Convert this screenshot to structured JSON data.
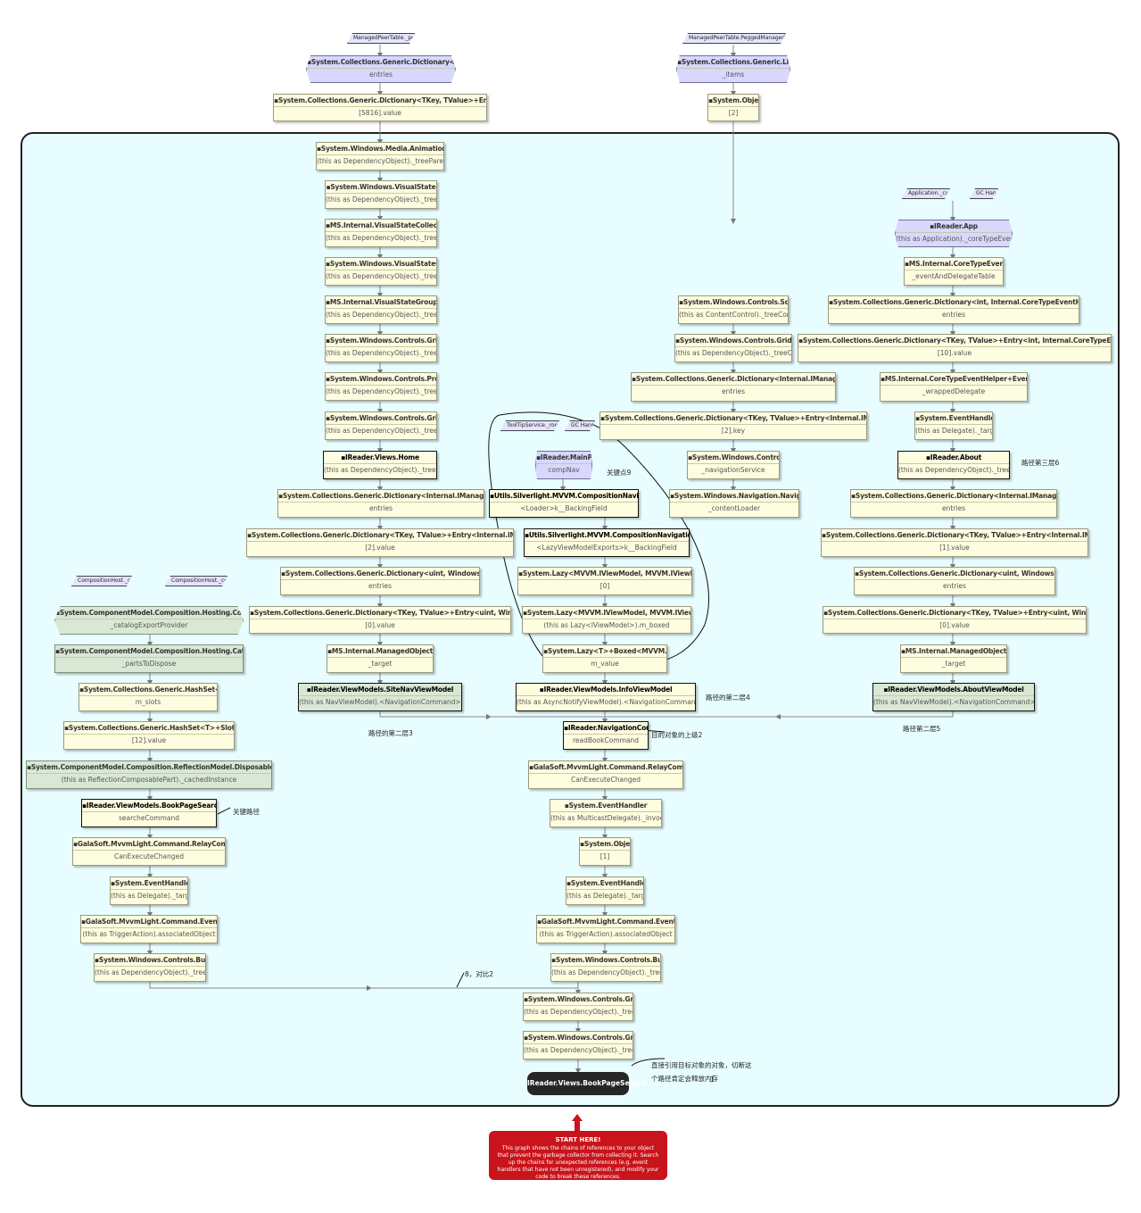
{
  "nodes": [
    {
      "id": "n1",
      "title": "System.Collections.Generic.Dictionary<IntPtr, Object>",
      "sub": "entries"
    },
    {
      "id": "n2",
      "title": "System.Collections.Generic.Dictionary<TKey, TValue>+Entry<IntPtr, Object>[]",
      "sub": "[5816].value"
    },
    {
      "id": "n3",
      "title": "System.Windows.Media.Animation.Storyboard",
      "sub": "(this as DependencyObject)._treeParent"
    },
    {
      "id": "n4",
      "title": "System.Windows.VisualState",
      "sub": "(this as DependencyObject)._treeParent"
    },
    {
      "id": "n5",
      "title": "MS.Internal.VisualStateCollection",
      "sub": "(this as DependencyObject)._treeParent"
    },
    {
      "id": "n6",
      "title": "System.Windows.VisualStateGroup",
      "sub": "(this as DependencyObject)._treeParent"
    },
    {
      "id": "n7",
      "title": "MS.Internal.VisualStateGroupCollection",
      "sub": "(this as DependencyObject)._treeParent"
    },
    {
      "id": "n8",
      "title": "System.Windows.Controls.Grid",
      "sub": "(this as DependencyObject)._treeParent"
    },
    {
      "id": "n9",
      "title": "System.Windows.Controls.ProgressBar",
      "sub": "(this as DependencyObject)._treeParent"
    },
    {
      "id": "n10",
      "title": "System.Windows.Controls.Grid",
      "sub": "(this as DependencyObject)._treeParent"
    },
    {
      "id": "n11",
      "title": "IReader.Views.Home",
      "sub": "(this as DependencyObject)._treeChildren"
    },
    {
      "id": "n12",
      "title": "System.Collections.Generic.Dictionary<Internal.IManagedPeerBase, Object>",
      "sub": "entries"
    },
    {
      "id": "n13",
      "title": "System.Collections.Generic.Dictionary<TKey, TValue>+Entry<Internal.IManagedPeerBase, Object>[]",
      "sub": "[2].value"
    },
    {
      "id": "n14",
      "title": "System.Collections.Generic.Dictionary<uint, Windows.DependencyObject>",
      "sub": "entries"
    },
    {
      "id": "n15",
      "title": "System.Collections.Generic.Dictionary<TKey, TValue>+Entry<uint, Windows.DependencyObject>[]",
      "sub": "[0].value"
    },
    {
      "id": "n16",
      "title": "MS.Internal.ManagedObjectReference",
      "sub": "_target"
    },
    {
      "id": "n17",
      "title": "IReader.ViewModels.SiteNavViewModel",
      "sub": "(this as NavViewModel).<NavigationCommand>k__BackingField"
    },
    {
      "id": "m1",
      "title": "System.Collections.Generic.List<Object>",
      "sub": "_items"
    },
    {
      "id": "m2",
      "title": "System.Object[]",
      "sub": "[2]"
    },
    {
      "id": "m3",
      "title": "System.Windows.Controls.ScrollViewer",
      "sub": "(this as ContentControl)._treeContent"
    },
    {
      "id": "m4",
      "title": "System.Windows.Controls.Grid",
      "sub": "(this as DependencyObject)._treeChildren"
    },
    {
      "id": "m5",
      "title": "System.Collections.Generic.Dictionary<Internal.IManagedPeerBase, Object>",
      "sub": "entries"
    },
    {
      "id": "m6",
      "title": "System.Collections.Generic.Dictionary<TKey, TValue>+Entry<Internal.IManagedPeerBase, Object>[]",
      "sub": "[2].key"
    },
    {
      "id": "m7",
      "title": "System.Windows.Controls.Frame",
      "sub": "_navigationService"
    },
    {
      "id": "m8",
      "title": "System.Windows.Navigation.NavigationService",
      "sub": "_contentLoader"
    },
    {
      "id": "c1",
      "title": "IReader.MainPage",
      "sub": "compNav"
    },
    {
      "id": "c2",
      "title": "Utils.Silverlight.MVVM.CompositionNavigationBehavior",
      "sub": "<Loader>k__BackingField"
    },
    {
      "id": "c3",
      "title": "Utils.Silverlight.MVVM.CompositionNavigationContentLoader",
      "sub": "<LazyViewModelExports>k__BackingField"
    },
    {
      "id": "c4",
      "title": "System.Lazy<MVVM.IViewModel, MVVM.IViewModelMetadata>[]",
      "sub": "[0]"
    },
    {
      "id": "c5",
      "title": "System.Lazy<MVVM.IViewModel, MVVM.IViewModelMetadata>",
      "sub": "(this as Lazy<IViewModel>).m_boxed"
    },
    {
      "id": "c6",
      "title": "System.Lazy<T>+Boxed<MVVM.IViewModel>",
      "sub": "m_value"
    },
    {
      "id": "c7",
      "title": "IReader.ViewModels.InfoViewModel",
      "sub": "(this as AsyncNotifyViewModel).<NavigationCommand>k__BackingField"
    },
    {
      "id": "c8",
      "title": "IReader.NavigationCommand",
      "sub": "readBookCommand"
    },
    {
      "id": "c9",
      "title": "GalaSoft.MvvmLight.Command.RelayCommand<string>",
      "sub": "CanExecuteChanged"
    },
    {
      "id": "c10",
      "title": "System.EventHandler",
      "sub": "(this as MulticastDelegate)._invocationList"
    },
    {
      "id": "c11",
      "title": "System.Object[]",
      "sub": "[1]"
    },
    {
      "id": "c12",
      "title": "System.EventHandler",
      "sub": "(this as Delegate)._target"
    },
    {
      "id": "c13",
      "title": "GalaSoft.MvvmLight.Command.EventToCommand",
      "sub": "(this as TriggerAction).associatedObject"
    },
    {
      "id": "c14",
      "title": "System.Windows.Controls.Button",
      "sub": "(this as DependencyObject)._treeParent"
    },
    {
      "id": "c15",
      "title": "System.Windows.Controls.Grid",
      "sub": "(this as DependencyObject)._treeParent"
    },
    {
      "id": "c16",
      "title": "System.Windows.Controls.Grid",
      "sub": "(this as DependencyObject)._treeParent"
    },
    {
      "id": "r1",
      "title": "IReader.App",
      "sub": "(this as Application)._coreTypeEventHelper"
    },
    {
      "id": "r2",
      "title": "MS.Internal.CoreTypeEventHelper",
      "sub": "_eventAndDelegateTable"
    },
    {
      "id": "r3",
      "title": "System.Collections.Generic.Dictionary<int, Internal.CoreTypeEventHelper+EventAndDelegate>",
      "sub": "entries"
    },
    {
      "id": "r4",
      "title": "System.Collections.Generic.Dictionary<TKey, TValue>+Entry<int, Internal.CoreTypeEventHelper+EventAndDelegate>[]",
      "sub": "[10].value"
    },
    {
      "id": "r5",
      "title": "MS.Internal.CoreTypeEventHelper+EventAndDelegate",
      "sub": "_wrappedDelegate"
    },
    {
      "id": "r6",
      "title": "System.EventHandler",
      "sub": "(this as Delegate)._target"
    },
    {
      "id": "r7",
      "title": "IReader.About",
      "sub": "(this as DependencyObject)._treeChildren"
    },
    {
      "id": "r8",
      "title": "System.Collections.Generic.Dictionary<Internal.IManagedPeerBase, Object>",
      "sub": "entries"
    },
    {
      "id": "r9",
      "title": "System.Collections.Generic.Dictionary<TKey, TValue>+Entry<Internal.IManagedPeerBase, Object>[]",
      "sub": "[1].value"
    },
    {
      "id": "r10",
      "title": "System.Collections.Generic.Dictionary<uint, Windows.DependencyObject>",
      "sub": "entries"
    },
    {
      "id": "r11",
      "title": "System.Collections.Generic.Dictionary<TKey, TValue>+Entry<uint, Windows.DependencyObject>[]",
      "sub": "[0].value"
    },
    {
      "id": "r12",
      "title": "MS.Internal.ManagedObjectReference",
      "sub": "_target"
    },
    {
      "id": "r13",
      "title": "IReader.ViewModels.AboutViewModel",
      "sub": "(this as NavViewModel).<NavigationCommand>k__BackingField"
    },
    {
      "id": "l1",
      "title": "System.ComponentModel.Composition.Hosting.CompositionContainer",
      "sub": "_catalogExportProvider"
    },
    {
      "id": "l2",
      "title": "System.ComponentModel.Composition.Hosting.CatalogExportProvider",
      "sub": "_partsToDispose"
    },
    {
      "id": "l3",
      "title": "System.Collections.Generic.HashSet<IDisposable>",
      "sub": "m_slots"
    },
    {
      "id": "l4",
      "title": "System.Collections.Generic.HashSet<T>+Slot<IDisposable>[]",
      "sub": "[12].value"
    },
    {
      "id": "l5",
      "title": "System.ComponentModel.Composition.ReflectionModel.DisposableReflectionComposablePart",
      "sub": "(this as ReflectionComposablePart)._cachedInstance"
    },
    {
      "id": "l6",
      "title": "IReader.ViewModels.BookPageSearchViewModel",
      "sub": "searcheCommand"
    },
    {
      "id": "l7",
      "title": "GalaSoft.MvvmLight.Command.RelayCommand<string>",
      "sub": "CanExecuteChanged"
    },
    {
      "id": "l8",
      "title": "System.EventHandler",
      "sub": "(this as Delegate)._target"
    },
    {
      "id": "l9",
      "title": "GalaSoft.MvvmLight.Command.EventToCommand",
      "sub": "(this as TriggerAction).associatedObject"
    },
    {
      "id": "l10",
      "title": "System.Windows.Controls.Button",
      "sub": "(this as DependencyObject)._treeParent"
    }
  ],
  "tags": [
    {
      "id": "t1",
      "label": "ManagedPeerTable._peerTable"
    },
    {
      "id": "t2",
      "label": "ManagedPeerTable.PeggedManagedPeerWithRefs"
    },
    {
      "id": "t3",
      "label": "Application._current"
    },
    {
      "id": "t4",
      "label": "GC Handle"
    },
    {
      "id": "t5",
      "label": "ToolTipService._rootVisual"
    },
    {
      "id": "t6",
      "label": "GC Handle"
    },
    {
      "id": "t7",
      "label": "CompositionHost._container"
    },
    {
      "id": "t8",
      "label": "CompositionHost._container"
    }
  ],
  "annotations": [
    {
      "id": "a1",
      "text": "关键点9"
    },
    {
      "id": "a2",
      "text": "路径第三层6"
    },
    {
      "id": "a3",
      "text": "路径的第二层4"
    },
    {
      "id": "a4",
      "text": "路径的第二层3"
    },
    {
      "id": "a5",
      "text": "路径第二层5"
    },
    {
      "id": "a6",
      "text": "目的对象的上级2"
    },
    {
      "id": "a7",
      "text": "关键路径"
    },
    {
      "id": "a8",
      "text": "8，对比2"
    },
    {
      "id": "a9",
      "text": "直接引用目标对象的对象，切断这"
    },
    {
      "id": "a10",
      "text": "个路径肯定会释放内存"
    },
    {
      "id": "a11",
      "text": "1"
    }
  ],
  "target_label": "IReader.Views.BookPageSearch",
  "start": {
    "heading": "START HERE!",
    "text": "This graph shows the chains of references to your object that prevent the garbage collector from collecting it. Search up the chains for unexpected references (e.g. event handlers that have not been unregistered), and modify your code to break these references."
  },
  "colors": {
    "node": "#fffde0",
    "root": "#d8d8ff",
    "green": "#d9e8d4",
    "frame": "#e8fdff",
    "start": "#c9141b",
    "target": "#262626"
  }
}
